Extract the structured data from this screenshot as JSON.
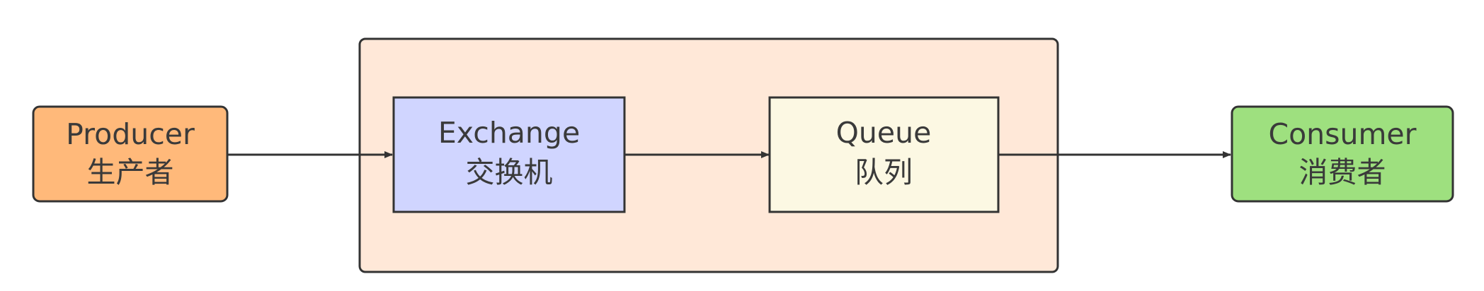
{
  "diagram": {
    "broker_container": {
      "fill": "#ffe8d8",
      "stroke": "#333333"
    },
    "nodes": [
      {
        "id": "producer",
        "title": "Producer",
        "subtitle": "生产者",
        "fill": "#ffb97a",
        "stroke": "#333333"
      },
      {
        "id": "exchange",
        "title": "Exchange",
        "subtitle": "交换机",
        "fill": "#d0d5ff",
        "stroke": "#333333"
      },
      {
        "id": "queue",
        "title": "Queue",
        "subtitle": "队列",
        "fill": "#fcf8e3",
        "stroke": "#333333"
      },
      {
        "id": "consumer",
        "title": "Consumer",
        "subtitle": "消费者",
        "fill": "#9ee07f",
        "stroke": "#333333"
      }
    ],
    "edges": [
      {
        "from": "producer",
        "to": "exchange"
      },
      {
        "from": "exchange",
        "to": "queue"
      },
      {
        "from": "queue",
        "to": "consumer"
      }
    ]
  }
}
